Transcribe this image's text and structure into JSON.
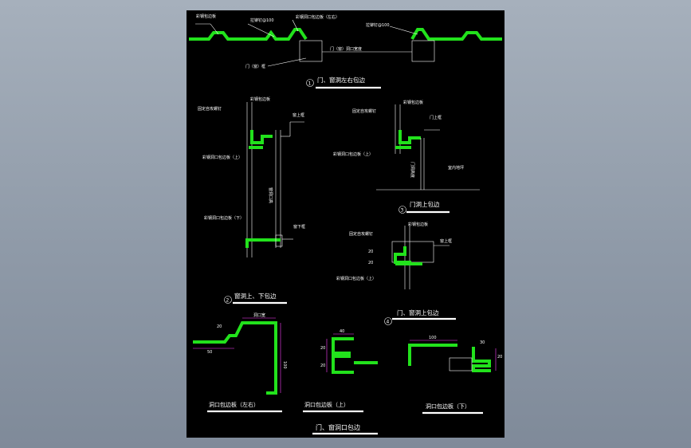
{
  "drawing": {
    "sheet_title": "门、窗洞口包边",
    "sections": {
      "sec1": {
        "number": "1",
        "title": "门、窗洞左右包边"
      },
      "sec2": {
        "number": "2",
        "title": "窗洞上、下包边"
      },
      "sec3": {
        "number": "3",
        "title": "门洞上包边"
      },
      "sec4": {
        "number": "4",
        "title": "门、窗洞上包边"
      }
    },
    "panels": {
      "left_right": "洞口包边板（左右）",
      "top": "洞口包边板（上）",
      "bottom": "洞口包边板（下）"
    },
    "labels": {
      "color_trim": "彩钢包边板",
      "rivet": "拉铆钉@100",
      "opening_trim_lr": "彩钢洞口包边板（左右）",
      "opening_trim_top": "彩钢洞口包边板（上）",
      "opening_trim_bottom": "彩钢洞口包边板（下）",
      "door_window_frame": "门（窗）框",
      "door_window_size": "门（窗）洞口宽度",
      "fixed_rivet": "固定自攻螺钉",
      "window_top": "窗上框",
      "window_bottom": "窗下框",
      "window_height": "窗洞口高",
      "door_top": "门上框",
      "door_height": "门洞高度",
      "floor_level": "室内地坪",
      "opening_width": "洞口宽"
    },
    "dims": {
      "d100": "100",
      "d20": "20",
      "d30": "30",
      "d40": "40",
      "d50": "50"
    }
  },
  "colors": {
    "background": "#8f9aa8",
    "sheet": "#000000",
    "profile": "#22e21c",
    "line": "#ffffff",
    "dimension": "#ff40ff"
  }
}
